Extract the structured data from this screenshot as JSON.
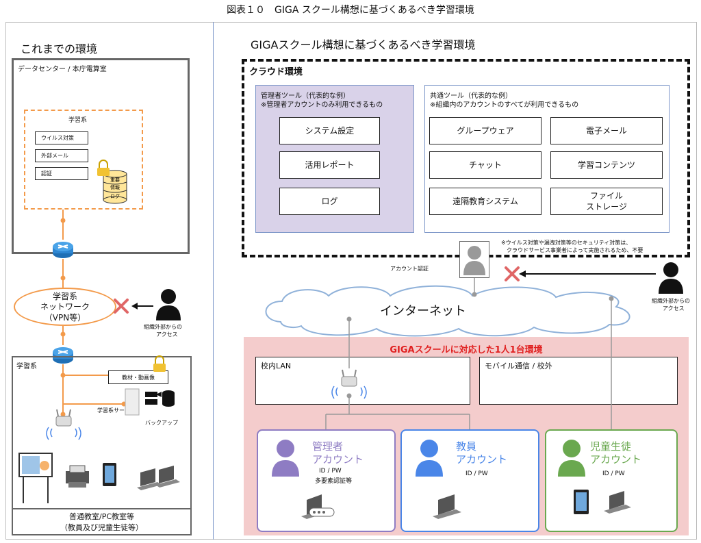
{
  "figure_title": "図表１０　GIGA スクール構想に基づくあるべき学習環境",
  "left": {
    "heading": "これまでの環境",
    "datacenter_label": "データセンター / 本庁電算室",
    "study_system_label": "学習系",
    "services": [
      "ウイルス対策",
      "外部メール",
      "認証"
    ],
    "db_lines": [
      "重要",
      "情報",
      "ログ"
    ],
    "network_lines": [
      "学習系",
      "ネットワーク",
      "（VPN等）"
    ],
    "external_access": [
      "組織外部からの",
      "アクセス"
    ],
    "lower_study_label": "学習系",
    "materials_label": "教材・動画像",
    "server_label": "学習系サーバ",
    "backup_label": "バックアップ",
    "classroom_lines": [
      "普通教室/PC教室等",
      "（教員及び児童生徒等）"
    ]
  },
  "right": {
    "heading": "GIGAスクール構想に基づくあるべき学習環境",
    "cloud_label": "クラウド環境",
    "admin_tools": {
      "title": "管理者ツール（代表的な例）",
      "subtitle": "※管理者アカウントのみ利用できるもの",
      "items": [
        "システム設定",
        "活用レポート",
        "ログ"
      ]
    },
    "common_tools": {
      "title": "共通ツール（代表的な例）",
      "subtitle": "※組織内のアカウントのすべてが利用できるもの",
      "items": [
        "グループウェア",
        "電子メール",
        "チャット",
        "学習コンテンツ",
        "遠隔教育システム",
        "ファイル\nストレージ"
      ]
    },
    "security_note": [
      "※ウイルス対策や漏洩対策等のセキュリティ対策は、",
      "クラウドサービス事業者によって実施されるため、不要"
    ],
    "account_auth_label": "アカウント認証",
    "external_access": [
      "組織外部からの",
      "アクセス"
    ],
    "internet_label": "インターネット",
    "env_title": "GIGAスクールに対応した1人1台環境",
    "lan_label": "校内LAN",
    "mobile_label": "モバイル通信 / 校外",
    "accounts": [
      {
        "name": [
          "管理者",
          "アカウント"
        ],
        "details": [
          "ID / PW",
          "多要素認証等"
        ],
        "color": "#8e7cc3"
      },
      {
        "name": [
          "教員",
          "アカウント"
        ],
        "details": [
          "ID / PW"
        ],
        "color": "#4a86e8"
      },
      {
        "name": [
          "児童生徒",
          "アカウント"
        ],
        "details": [
          "ID / PW"
        ],
        "color": "#6aa84f"
      }
    ]
  },
  "colors": {
    "orange": "#f39a4a",
    "admin_purple": "#d9d2e9",
    "pink": "#f4cccc",
    "red_text": "#e02020",
    "cross": "#e06666"
  }
}
